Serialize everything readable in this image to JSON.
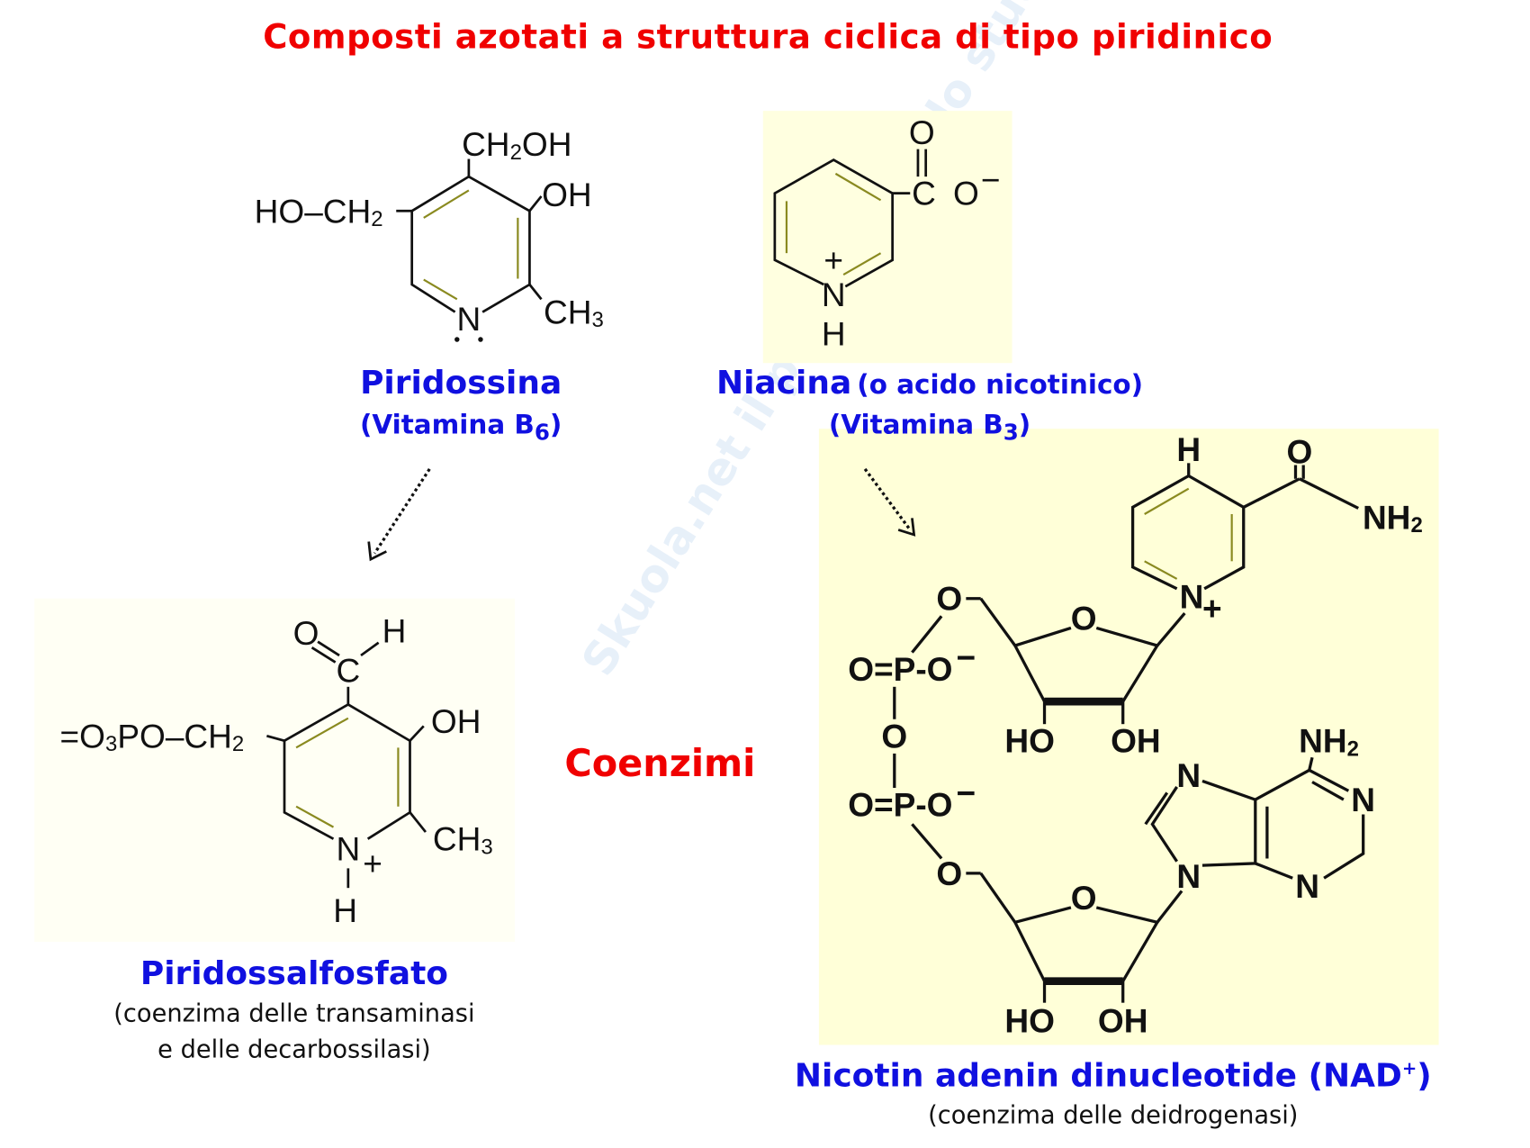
{
  "title": "Composti azotati a struttura ciclica di tipo piridinico",
  "watermark": "Skuola.net il paradiso dello studente",
  "pyridoxine": {
    "name": "Piridossina",
    "vitamin": [
      "(Vitamina B",
      "6",
      ")"
    ],
    "labels": {
      "ch2oh": [
        "CH",
        "2",
        "OH"
      ],
      "oh": "OH",
      "hoch2": [
        "HO–CH",
        "2"
      ],
      "ch3": [
        "CH",
        "3"
      ],
      "n": "N"
    }
  },
  "niacin": {
    "name": "Niacina",
    "alt": "(o acido nicotinico)",
    "vitamin": [
      "(Vitamina B",
      "3",
      ")"
    ],
    "labels": {
      "o": "O",
      "c": "C",
      "o2": "O",
      "minus": "−",
      "plus": "+",
      "n": "N",
      "h": "H"
    }
  },
  "plp": {
    "name": "Piridossalfosfato",
    "desc1": "(coenzima delle transaminasi",
    "desc2": "e delle decarbossilasi)",
    "labels": {
      "o": "O",
      "h": "H",
      "c": "C",
      "oh": "OH",
      "o3po": [
        "=O",
        "3",
        "PO–CH",
        "2"
      ],
      "ch3": [
        "CH",
        "3"
      ],
      "n": "N",
      "plus": "+",
      "nh": "H"
    }
  },
  "coenzymes_label": "Coenzimi",
  "nad": {
    "name": "Nicotin adenin dinucleotide (NAD",
    "sup": "+",
    "close": ")",
    "desc": "(coenzima delle deidrogenasi)",
    "labels": {
      "h": "H",
      "o_amide": "O",
      "nh2_amide": [
        "NH",
        "2"
      ],
      "n_plus": "N",
      "plus": "+",
      "ring_o1": "O",
      "o5_1": "O",
      "phosphate1": "O=P-O",
      "phosphate_minus": "−",
      "bridge_o": "O",
      "phosphate2": "O=P-O",
      "o5_2": "O",
      "ring_o2": "O",
      "ho": "HO",
      "oh": "OH",
      "nh2_adenine": [
        "NH",
        "2"
      ],
      "n": "N"
    }
  }
}
